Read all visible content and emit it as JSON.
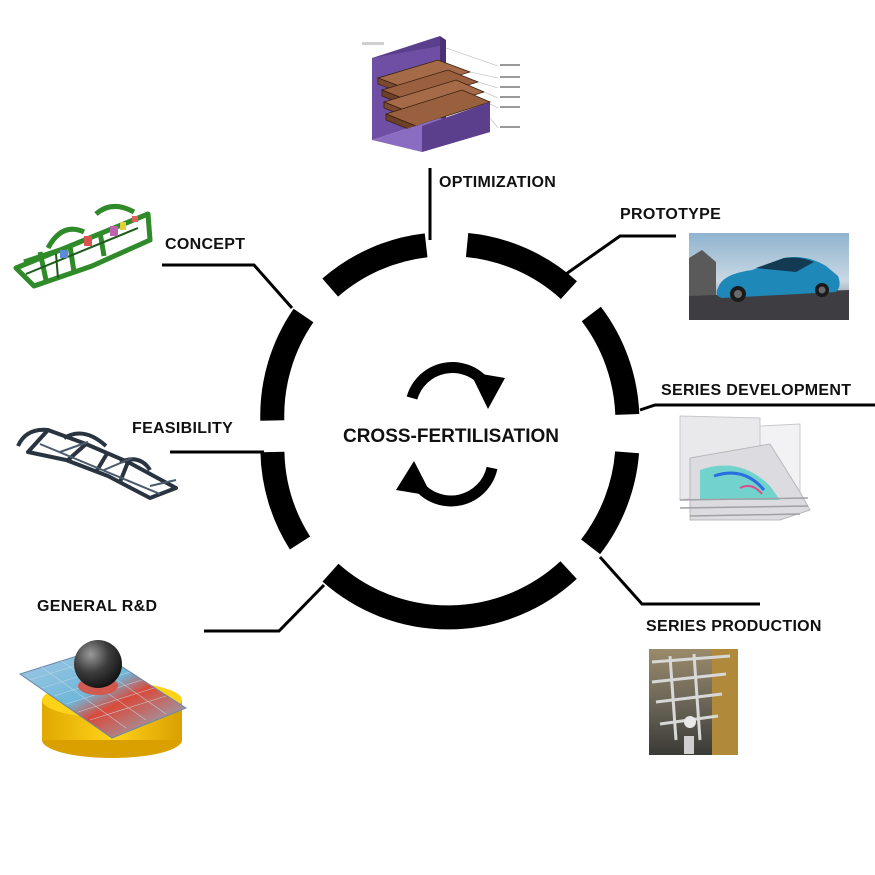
{
  "center": {
    "label": "CROSS-FERTILISATION",
    "icon": "refresh-cycle-icon"
  },
  "stages": {
    "optimization": "OPTIMIZATION",
    "prototype": "PROTOTYPE",
    "series_development": "SERIES DEVELOPMENT",
    "series_production": "SERIES PRODUCTION",
    "general_rd": "GENERAL R&D",
    "feasibility": "FEASIBILITY",
    "concept": "CONCEPT"
  },
  "colors": {
    "ring": "#000000",
    "text": "#111111",
    "optimization_block": "#6b4a9b",
    "concept_frame": "#2f8a2a",
    "prototype_car": "#1e88b8",
    "feasibility_frame": "#2a3440",
    "general_rd_plate": "#7fb8d8",
    "general_rd_base": "#f2c200"
  }
}
